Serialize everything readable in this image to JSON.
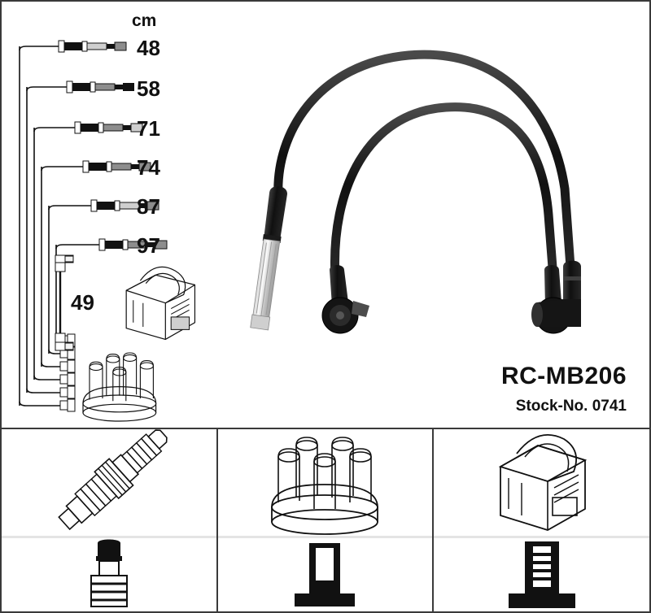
{
  "document": {
    "type": "ignition-cable-set-diagram",
    "product_name": "RC-MB206",
    "stock_label": "Stock-No. 0741"
  },
  "schematic": {
    "unit_header": "cm",
    "cable_lengths": [
      {
        "value": "48",
        "row": 1
      },
      {
        "value": "58",
        "row": 2
      },
      {
        "value": "71",
        "row": 3
      },
      {
        "value": "74",
        "row": 4
      },
      {
        "value": "87",
        "row": 5
      },
      {
        "value": "97",
        "row": 6
      }
    ],
    "short_cable_length": "49",
    "component_icons": {
      "ignition_coil": "ignition-coil-icon",
      "distributor_cap": "distributor-cap-icon"
    }
  },
  "illustration": {
    "caption": "ignition cable assembly photo",
    "cables": [
      {
        "name": "cable-left",
        "end_a": "metal-shielded-straight-connector",
        "end_b": "black-round-boot-connector"
      },
      {
        "name": "cable-right",
        "end_a": "black-round-boot-connector",
        "end_b": "right-angle-boot-connector"
      }
    ]
  },
  "panels": [
    {
      "id": "panel-spark-plug",
      "component": "spark-plug",
      "connector": "spark-plug-boot-connector"
    },
    {
      "id": "panel-distributor-cap",
      "component": "distributor-cap",
      "connector": "straight-terminal-connector"
    },
    {
      "id": "panel-ignition-coil",
      "component": "ignition-coil",
      "connector": "ribbed-terminal-connector"
    }
  ],
  "colors": {
    "border": "#3a3a3a",
    "line": "#111111",
    "metal": "#8d8d8d",
    "light_metal": "#cfcfcf",
    "background": "#ffffff"
  }
}
